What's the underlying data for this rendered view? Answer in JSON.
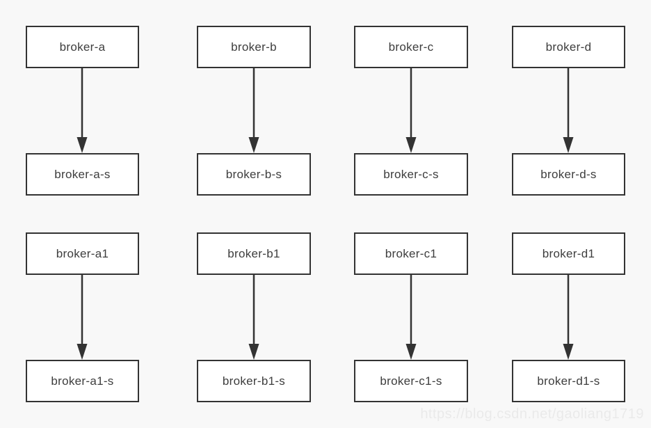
{
  "page": {
    "background": "#f8f8f8",
    "watermark": "https://blog.csdn.net/gaoliang1719"
  },
  "colors": {
    "node_fill": "#ffffff",
    "node_border": "#333333",
    "node_text": "#3d3d3d",
    "arrow": "#333333",
    "watermark_text": "#eaeaea"
  },
  "diagram": {
    "type": "master-slave-broker-diagram",
    "pairs": [
      {
        "master": "broker-a",
        "slave": "broker-a-s"
      },
      {
        "master": "broker-b",
        "slave": "broker-b-s"
      },
      {
        "master": "broker-c",
        "slave": "broker-c-s"
      },
      {
        "master": "broker-d",
        "slave": "broker-d-s"
      },
      {
        "master": "broker-a1",
        "slave": "broker-a1-s"
      },
      {
        "master": "broker-b1",
        "slave": "broker-b1-s"
      },
      {
        "master": "broker-c1",
        "slave": "broker-c1-s"
      },
      {
        "master": "broker-d1",
        "slave": "broker-d1-s"
      }
    ]
  }
}
